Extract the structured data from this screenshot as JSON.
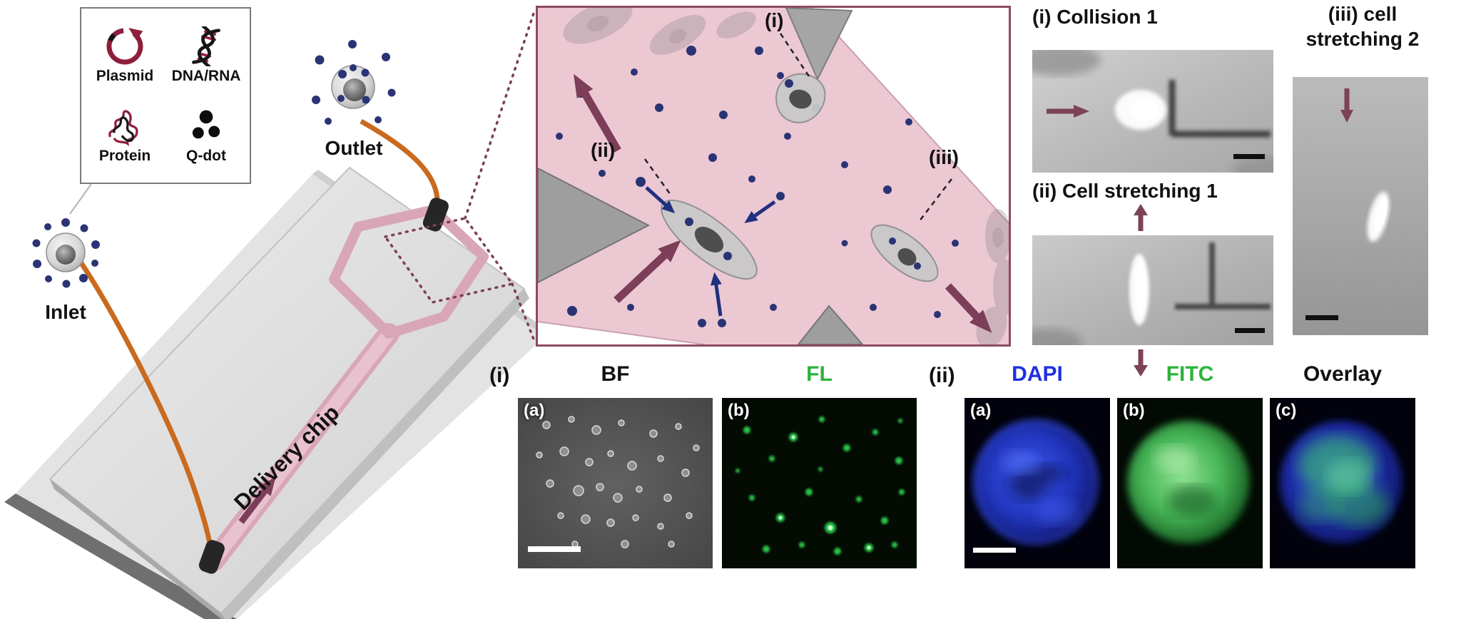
{
  "colors": {
    "accent_maroon": "#7c3e58",
    "inset_border": "#8d4a63",
    "inset_background": "#ecc8d3",
    "channel_pink": "#d9a6b8",
    "particle_navy": "#2a3474",
    "delivery_arrow_blue": "#20307f",
    "tube_orange": "#c96a1e",
    "plasmid_red": "#8e1f3c",
    "green_label": "#2eb33c",
    "blue_label": "#1f2fe0"
  },
  "legend": {
    "items": [
      {
        "label": "Plasmid"
      },
      {
        "label": "DNA/RNA"
      },
      {
        "label": "Protein"
      },
      {
        "label": "Q-dot"
      }
    ]
  },
  "scene": {
    "inlet_label": "Inlet",
    "outlet_label": "Outlet",
    "chip_label": "Delivery chip"
  },
  "inset": {
    "marker_i": "(i)",
    "marker_ii": "(ii)",
    "marker_iii": "(iii)"
  },
  "micrographs": {
    "collision_title": "(i) Collision 1",
    "stretch1_title": "(ii) Cell stretching 1",
    "stretch2_line1": "(iii) cell",
    "stretch2_line2": "stretching 2"
  },
  "fluorescence": {
    "group_i": {
      "marker": "(i)",
      "bf_label": "BF",
      "fl_label": "FL",
      "panel_a": "(a)",
      "panel_b": "(b)"
    },
    "group_ii": {
      "marker": "(ii)",
      "dapi_label": "DAPI",
      "fitc_label": "FITC",
      "overlay_label": "Overlay",
      "panel_a": "(a)",
      "panel_b": "(b)",
      "panel_c": "(c)"
    }
  }
}
